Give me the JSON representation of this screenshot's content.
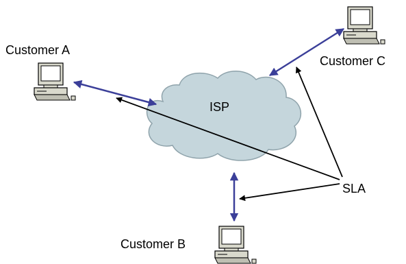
{
  "nodes": {
    "isp": {
      "label": "ISP"
    },
    "customer_a": {
      "label": "Customer A"
    },
    "customer_b": {
      "label": "Customer B"
    },
    "customer_c": {
      "label": "Customer C"
    },
    "sla": {
      "label": "SLA"
    }
  },
  "colors": {
    "cloud_fill": "#c5d6dc",
    "cloud_stroke": "#8fa3ab",
    "link": "#3b3f99",
    "sla_arrow": "#000000",
    "computer_body": "#d9d9cc",
    "computer_screen": "#ffffff"
  },
  "icons": {
    "customer_a": "desktop-computer-icon",
    "customer_b": "desktop-computer-icon",
    "customer_c": "desktop-computer-icon"
  }
}
